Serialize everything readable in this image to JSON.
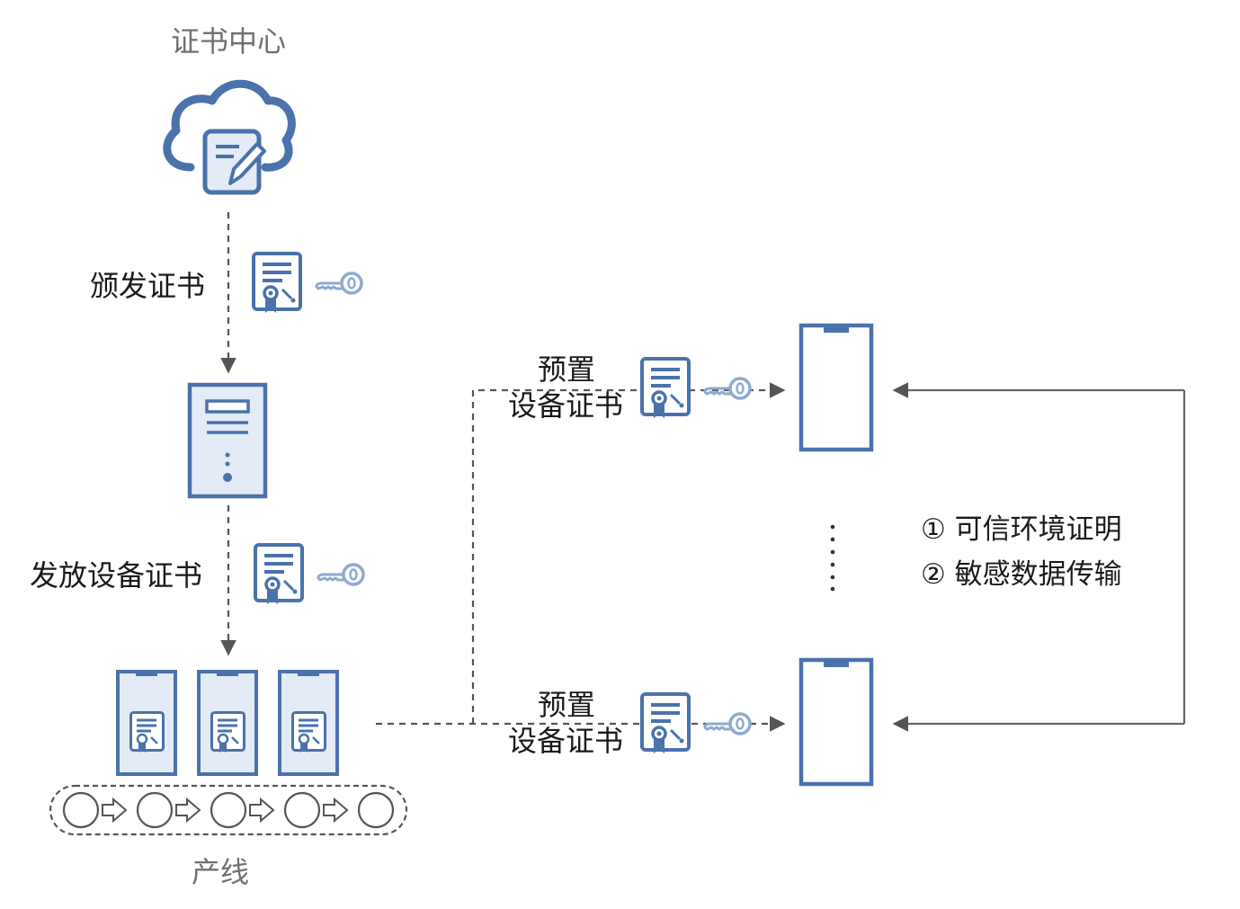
{
  "labels": {
    "cert_center": "证书中心",
    "issue_cert": "颁发证书",
    "distribute_device_cert": "发放设备证书",
    "preset_top_line1": "预置",
    "preset_top_line2": "设备证书",
    "preset_bottom_line1": "预置",
    "preset_bottom_line2": "设备证书",
    "production_line": "产线"
  },
  "legend": {
    "item1": "① 可信环境证明",
    "item2": "② 敏感数据传输"
  },
  "colors": {
    "icon_blue": "#4a72ab",
    "icon_fill": "#e3ebf6",
    "arrow_gray": "#555555",
    "text_dark": "#1a1a1a",
    "text_gray": "#707070"
  },
  "icons": [
    "cloud-icon",
    "document-edit-icon",
    "certificate-icon",
    "key-icon",
    "server-icon",
    "phone-icon",
    "conveyor-icon"
  ]
}
